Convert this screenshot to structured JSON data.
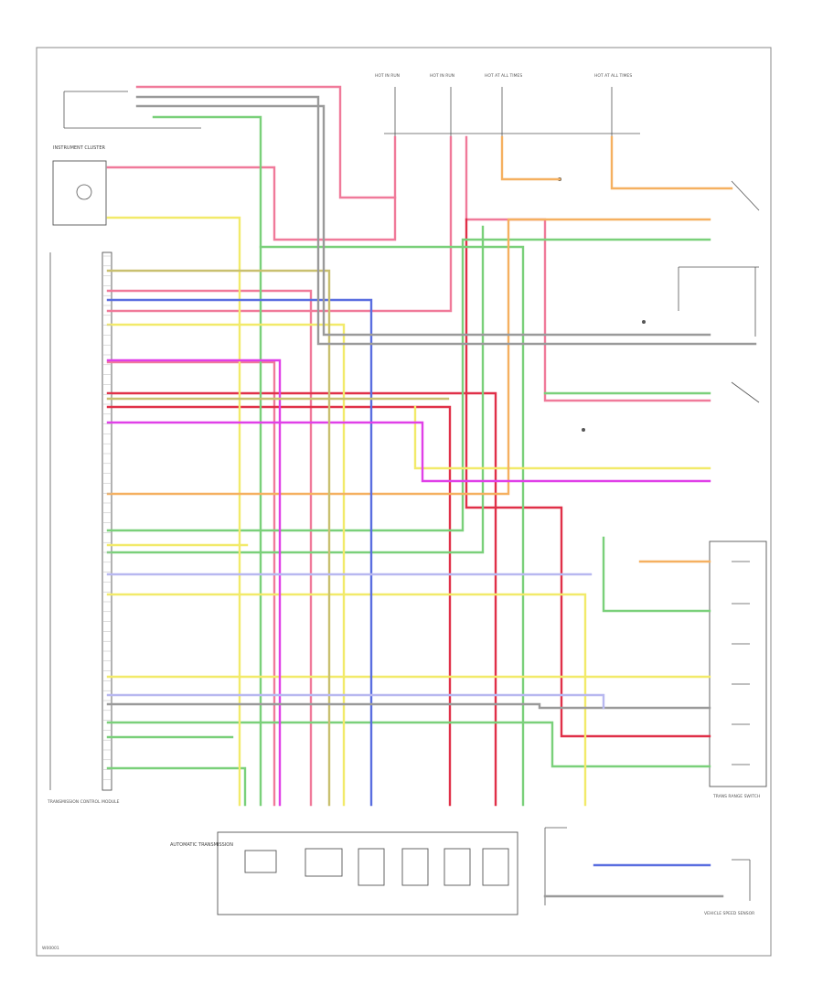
{
  "diagram": {
    "code": "W00001",
    "blocks": {
      "instrument_cluster": "INSTRUMENT CLUSTER",
      "pcm": "TRANSMISSION CONTROL MODULE",
      "auto_trans": "AUTOMATIC TRANSMISSION",
      "range_switch": "TRANS RANGE SWITCH",
      "vss": "VEHICLE SPEED SENSOR",
      "fuse_1": "HOT IN RUN",
      "fuse_2": "HOT IN RUN",
      "fuse_3": "HOT AT ALL TIMES",
      "fuse_4": "HOT AT ALL TIMES"
    },
    "colors": {
      "pink": "#f07a9a",
      "red": "#e03048",
      "green": "#7ad07a",
      "yellow": "#f2ea6a",
      "orange": "#f5b060",
      "blue": "#5a6ee0",
      "magenta": "#e040e8",
      "olive": "#c9c070",
      "gray": "#9a9a9a",
      "lavender": "#b8b8f0"
    }
  }
}
